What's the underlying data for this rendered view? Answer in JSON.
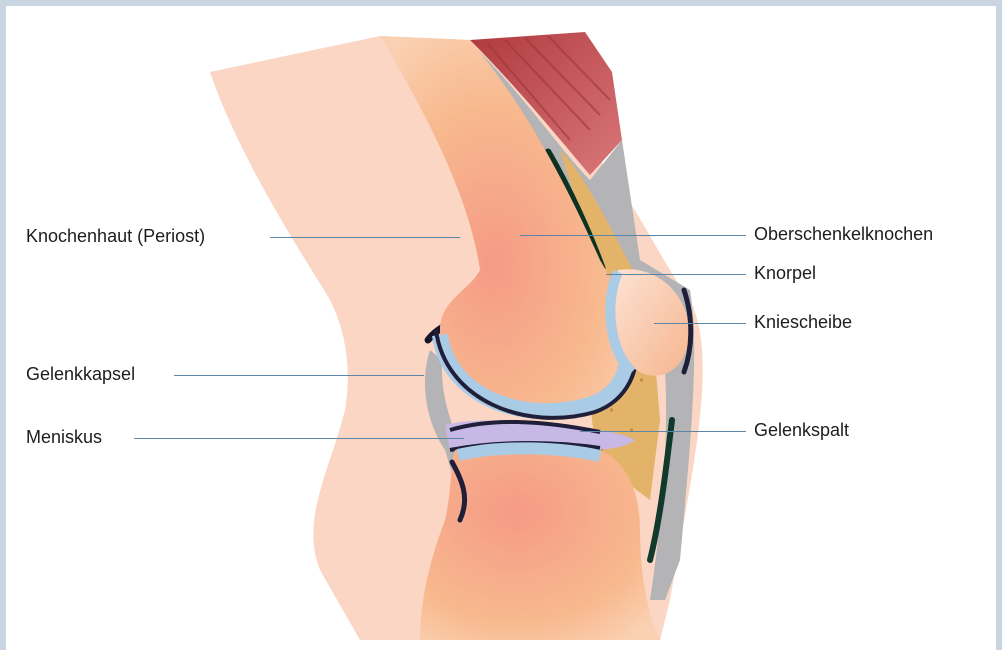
{
  "labels": {
    "left": {
      "periost": "Knochenhaut (Periost)",
      "gelenkkapsel": "Gelenkkapsel",
      "meniskus": "Meniskus"
    },
    "right": {
      "oberschenkel": "Oberschenkelknochen",
      "knorpel": "Knorpel",
      "kniescheibe": "Kniescheibe",
      "gelenkspalt": "Gelenkspalt"
    }
  },
  "colors": {
    "frame": "#c9d6e2",
    "skin": "#fbd6c4",
    "bone": "#f7b887",
    "cartilage": "#a9cbe6",
    "capsule": "#1f1f3a",
    "meniscus": "#c8b8e6",
    "muscle": "#c4474a",
    "tendon": "#a7a7a7",
    "fat": "#e3b36a",
    "leader_line": "#5b86a8"
  }
}
